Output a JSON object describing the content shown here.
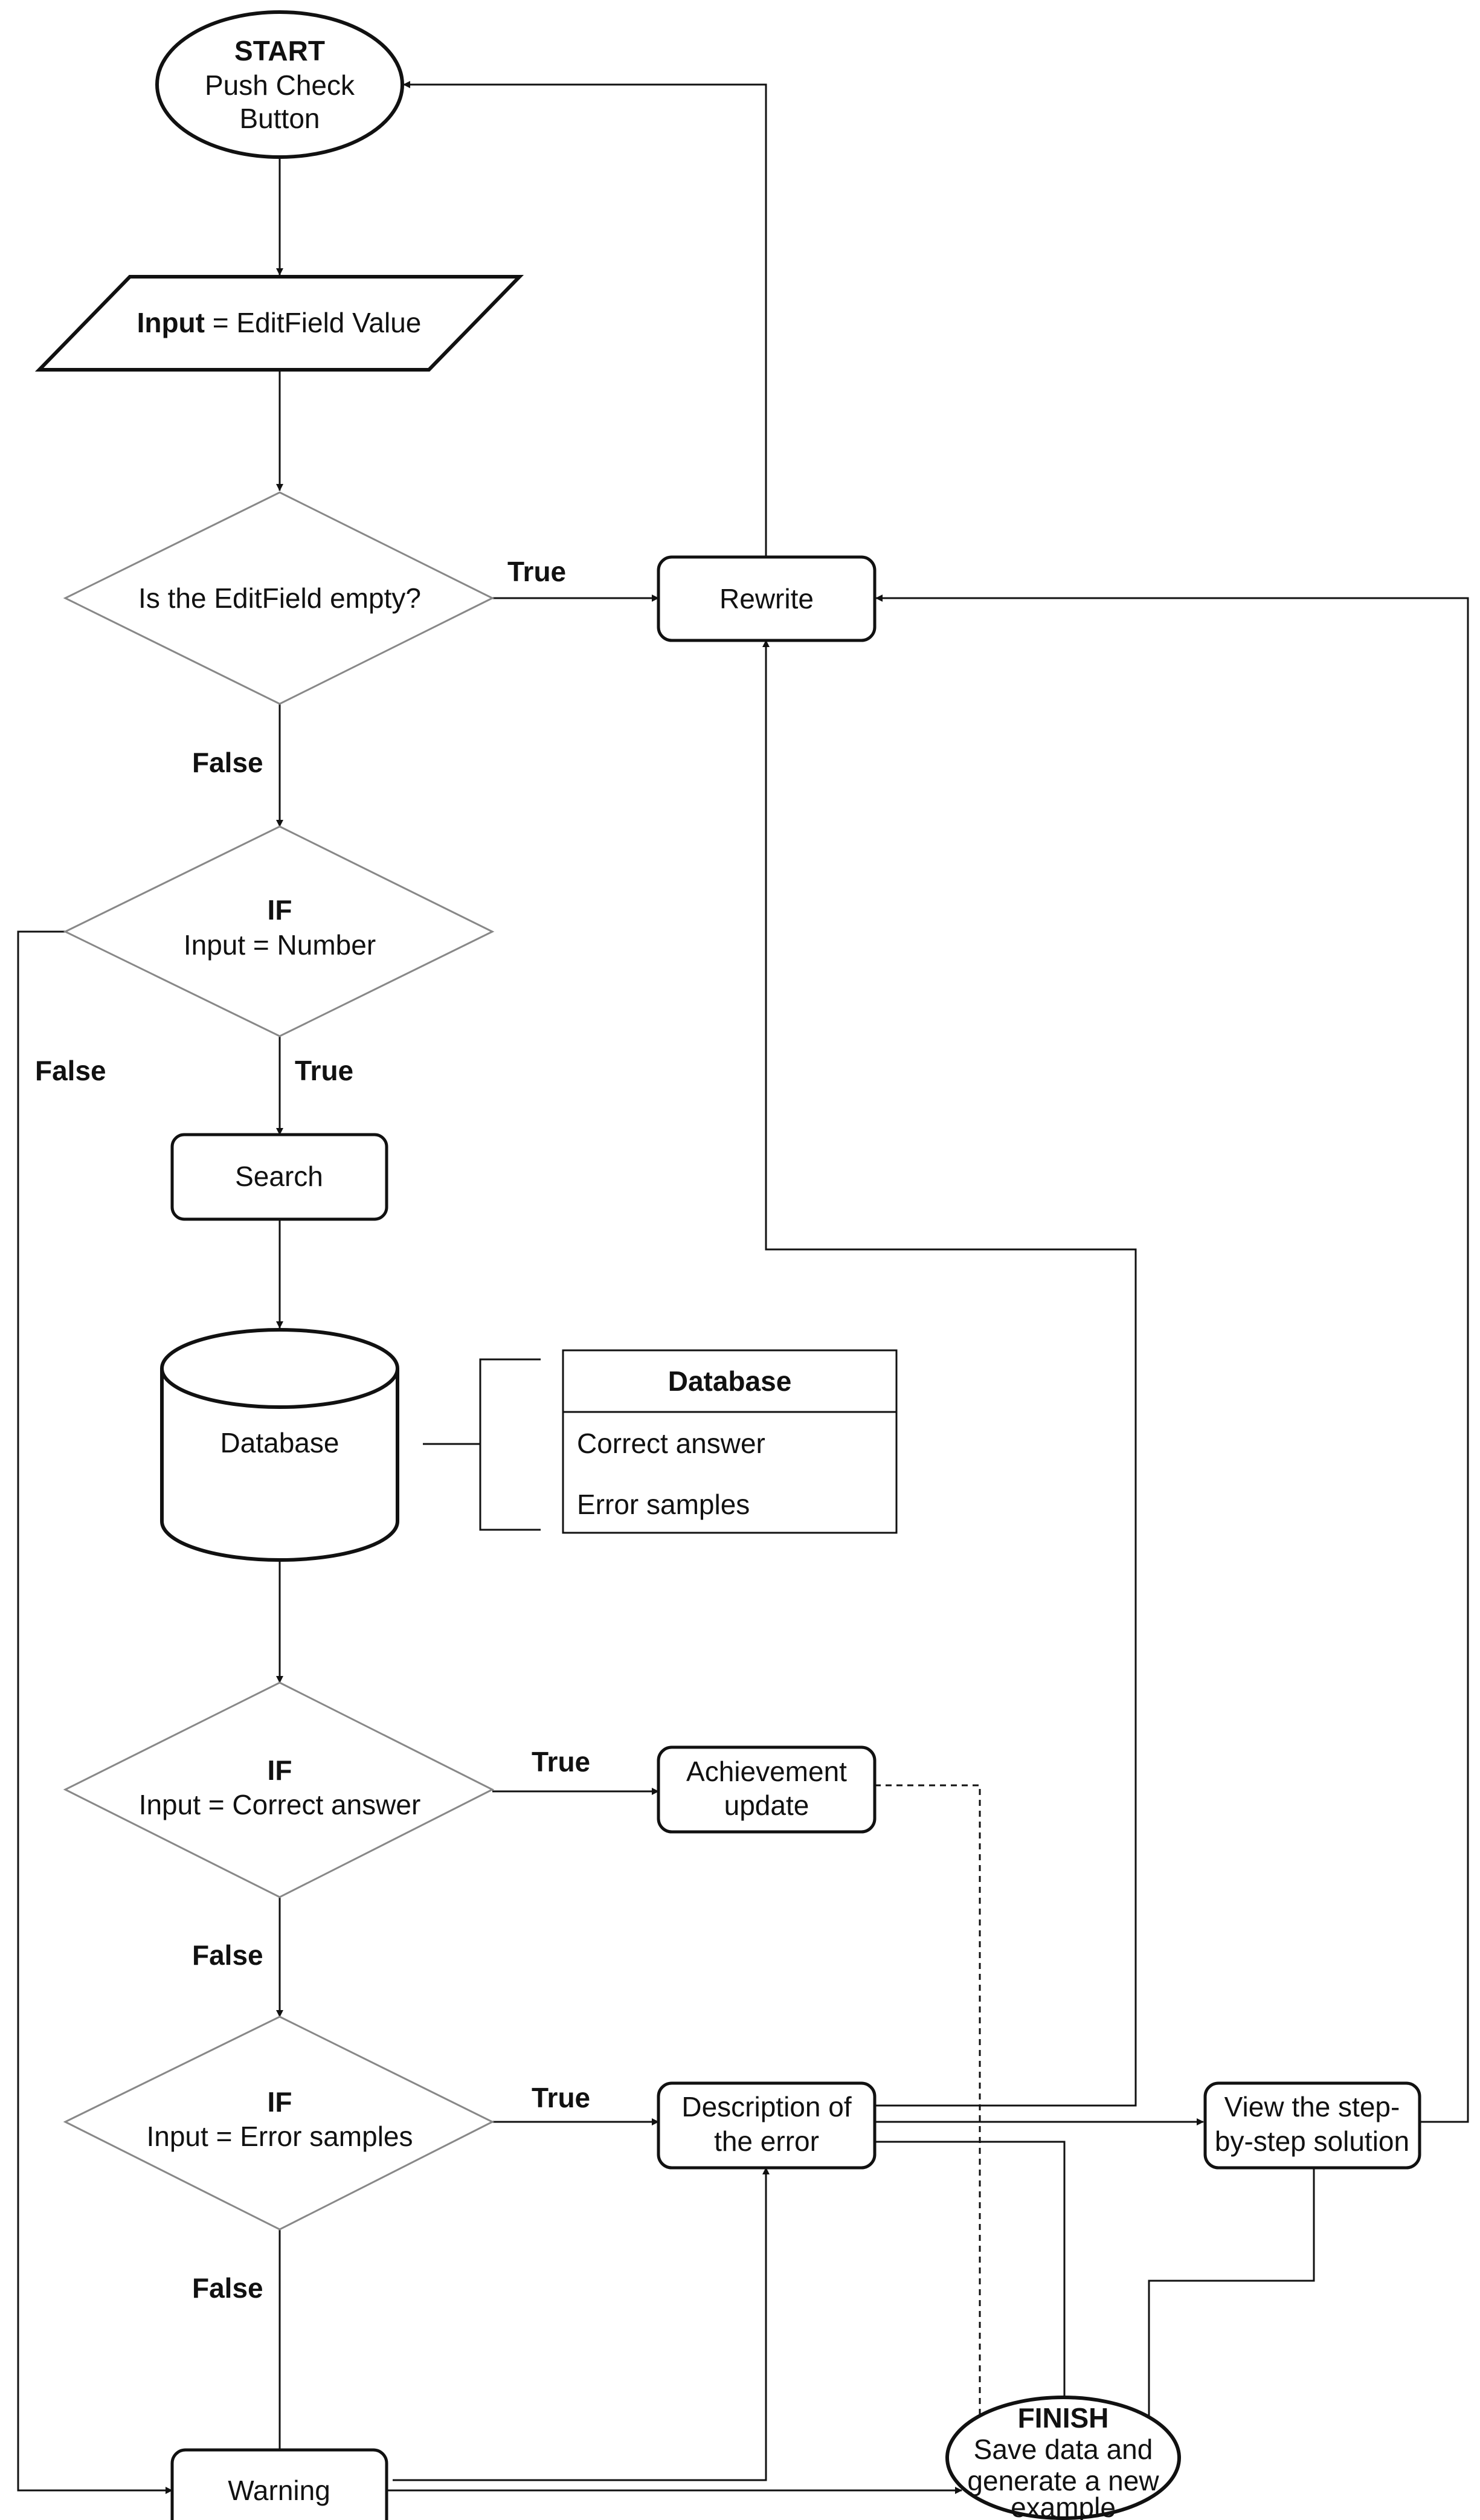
{
  "nodes": {
    "start": {
      "title": "START",
      "line1": "Push Check",
      "line2": "Button"
    },
    "input": {
      "bold": "Input",
      "rest": " = EditField Value"
    },
    "decision_empty": {
      "text": "Is the EditField empty?"
    },
    "rewrite": {
      "text": "Rewrite"
    },
    "decision_number": {
      "title": "IF",
      "text": "Input = Number"
    },
    "search": {
      "text": "Search"
    },
    "database": {
      "text": "Database"
    },
    "database_table": {
      "header": "Database",
      "rows": [
        "Correct answer",
        "Error samples"
      ]
    },
    "decision_correct": {
      "title": "IF",
      "text": "Input = Correct answer"
    },
    "achievement": {
      "line1": "Achievement",
      "line2": "update"
    },
    "decision_error": {
      "title": "IF",
      "text": "Input = Error samples"
    },
    "description": {
      "line1": "Description of",
      "line2": "the error"
    },
    "view_solution": {
      "line1": "View the step-",
      "line2": "by-step solution"
    },
    "warning": {
      "text": "Warning"
    },
    "finish": {
      "title": "FINISH",
      "line1": "Save data and",
      "line2": "generate a new",
      "line3": "example"
    }
  },
  "edge_labels": {
    "empty_true": "True",
    "empty_false": "False",
    "number_false": "False",
    "number_true": "True",
    "correct_true": "True",
    "correct_false": "False",
    "error_true": "True",
    "error_false": "False"
  },
  "colors": {
    "line": "#111111",
    "decision_border": "#888888",
    "background": "#ffffff"
  }
}
